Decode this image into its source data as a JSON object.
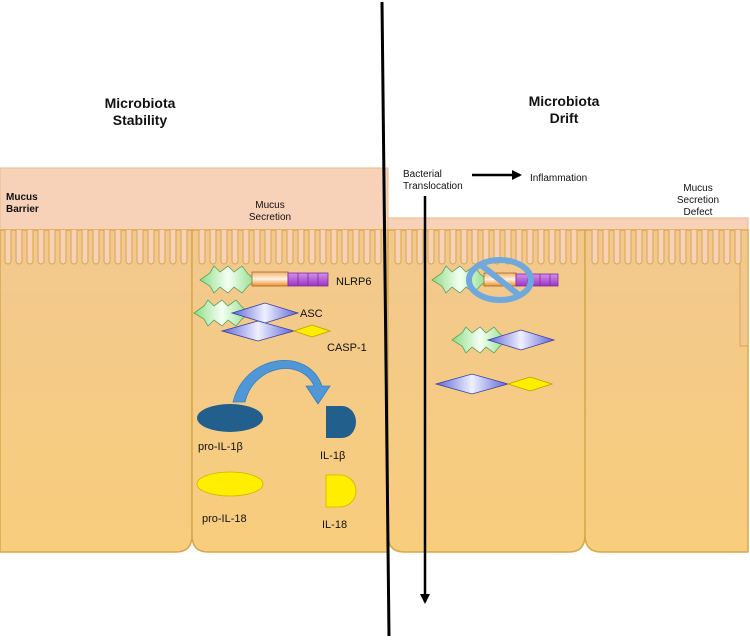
{
  "titles": {
    "left": [
      "Microbiota",
      "Stability"
    ],
    "right": [
      "Microbiota",
      "Drift"
    ]
  },
  "labels": {
    "mucus_barrier": [
      "Mucus",
      "Barrier"
    ],
    "mucus_secretion": [
      "Mucus",
      "Secretion"
    ],
    "bacterial_translocation": [
      "Bacterial",
      "Translocation"
    ],
    "inflammation": "Inflammation",
    "mucus_secretion_defect": [
      "Mucus",
      "Secretion",
      "Defect"
    ]
  },
  "proteins": {
    "nlrp6": "NLRP6",
    "asc": "ASC",
    "casp1": "CASP-1",
    "pro_il1b": "pro-IL-1β",
    "il1b": "IL-1β",
    "pro_il18": "pro-IL-18",
    "il18": "IL-18"
  },
  "colors": {
    "mucus": "#f8d2b8",
    "cell_top": "#f3c890",
    "cell_bottom": "#f7cc7c",
    "cell_border": "#d8a74a",
    "star_green": "#9fe79a",
    "diamond_blue": "#6f74d8",
    "diamond_light": "#e8eaff",
    "yellow": "#ffee00",
    "dark_blue": "#225f8c",
    "orange_bar": "#f19a3a",
    "purple": "#b04bd0",
    "inhibit_blue": "#6fa8dc",
    "arrow_blue": "#4f97d6"
  }
}
